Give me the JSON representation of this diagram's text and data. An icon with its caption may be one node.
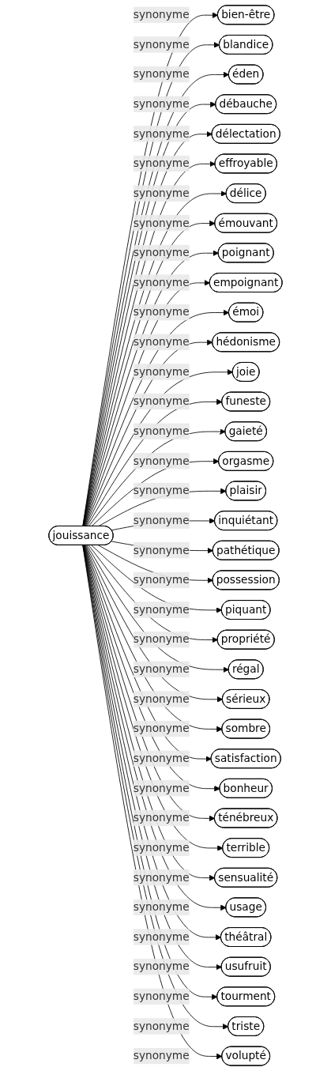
{
  "diagram": {
    "nodes": [
      {
        "text": [
          "jouissance"
        ]
      },
      {
        "text": [
          "bien-être"
        ]
      },
      {
        "text": [
          "blandice"
        ]
      },
      {
        "text": [
          "éden"
        ]
      },
      {
        "text": [
          "débauche"
        ]
      },
      {
        "text": [
          "délectation"
        ]
      },
      {
        "text": [
          "effroyable"
        ]
      },
      {
        "text": [
          "délice"
        ]
      },
      {
        "text": [
          "émouvant"
        ]
      },
      {
        "text": [
          "poignant"
        ]
      },
      {
        "text": [
          "empoignant"
        ]
      },
      {
        "text": [
          "émoi"
        ]
      },
      {
        "text": [
          "hédonisme"
        ]
      },
      {
        "text": [
          "joie"
        ]
      },
      {
        "text": [
          "funeste"
        ]
      },
      {
        "text": [
          "gaieté"
        ]
      },
      {
        "text": [
          "orgasme"
        ]
      },
      {
        "text": [
          "plaisir"
        ]
      },
      {
        "text": [
          "inquiétant"
        ]
      },
      {
        "text": [
          "pathétique"
        ]
      },
      {
        "text": [
          "possession"
        ]
      },
      {
        "text": [
          "piquant"
        ]
      },
      {
        "text": [
          "propriété"
        ]
      },
      {
        "text": [
          "régal"
        ]
      },
      {
        "text": [
          "sérieux"
        ]
      },
      {
        "text": [
          "sombre"
        ]
      },
      {
        "text": [
          "satisfaction"
        ]
      },
      {
        "text": [
          "bonheur"
        ]
      },
      {
        "text": [
          "ténébreux"
        ]
      },
      {
        "text": [
          "terrible"
        ]
      },
      {
        "text": [
          "sensualité"
        ]
      },
      {
        "text": [
          "usage"
        ]
      },
      {
        "text": [
          "théâtral"
        ]
      },
      {
        "text": [
          "usufruit"
        ]
      },
      {
        "text": [
          "tourment"
        ]
      },
      {
        "text": [
          "triste"
        ]
      },
      {
        "text": [
          "volupté"
        ]
      }
    ],
    "edges": [
      {
        "from": 0,
        "to": 1,
        "arrow": "to",
        "label": "synonyme"
      },
      {
        "from": 0,
        "to": 2,
        "arrow": "to",
        "label": "synonyme"
      },
      {
        "from": 0,
        "to": 3,
        "arrow": "to",
        "label": "synonyme"
      },
      {
        "from": 0,
        "to": 4,
        "arrow": "to",
        "label": "synonyme"
      },
      {
        "from": 0,
        "to": 5,
        "arrow": "to",
        "label": "synonyme"
      },
      {
        "from": 0,
        "to": 6,
        "arrow": "to",
        "label": "synonyme"
      },
      {
        "from": 0,
        "to": 7,
        "arrow": "to",
        "label": "synonyme"
      },
      {
        "from": 0,
        "to": 8,
        "arrow": "to",
        "label": "synonyme"
      },
      {
        "from": 0,
        "to": 9,
        "arrow": "to",
        "label": "synonyme"
      },
      {
        "from": 0,
        "to": 10,
        "arrow": "to",
        "label": "synonyme"
      },
      {
        "from": 0,
        "to": 11,
        "arrow": "to",
        "label": "synonyme"
      },
      {
        "from": 0,
        "to": 12,
        "arrow": "to",
        "label": "synonyme"
      },
      {
        "from": 0,
        "to": 13,
        "arrow": "to",
        "label": "synonyme"
      },
      {
        "from": 0,
        "to": 14,
        "arrow": "to",
        "label": "synonyme"
      },
      {
        "from": 0,
        "to": 15,
        "arrow": "to",
        "label": "synonyme"
      },
      {
        "from": 0,
        "to": 16,
        "arrow": "to",
        "label": "synonyme"
      },
      {
        "from": 0,
        "to": 17,
        "arrow": "to",
        "label": "synonyme"
      },
      {
        "from": 0,
        "to": 18,
        "arrow": "to",
        "label": "synonyme"
      },
      {
        "from": 0,
        "to": 19,
        "arrow": "to",
        "label": "synonyme"
      },
      {
        "from": 0,
        "to": 20,
        "arrow": "to",
        "label": "synonyme"
      },
      {
        "from": 0,
        "to": 21,
        "arrow": "to",
        "label": "synonyme"
      },
      {
        "from": 0,
        "to": 22,
        "arrow": "to",
        "label": "synonyme"
      },
      {
        "from": 0,
        "to": 23,
        "arrow": "to",
        "label": "synonyme"
      },
      {
        "from": 0,
        "to": 24,
        "arrow": "to",
        "label": "synonyme"
      },
      {
        "from": 0,
        "to": 25,
        "arrow": "to",
        "label": "synonyme"
      },
      {
        "from": 0,
        "to": 26,
        "arrow": "to",
        "label": "synonyme"
      },
      {
        "from": 0,
        "to": 27,
        "arrow": "to",
        "label": "synonyme"
      },
      {
        "from": 0,
        "to": 28,
        "arrow": "to",
        "label": "synonyme"
      },
      {
        "from": 0,
        "to": 29,
        "arrow": "to",
        "label": "synonyme"
      },
      {
        "from": 0,
        "to": 30,
        "arrow": "to",
        "label": "synonyme"
      },
      {
        "from": 0,
        "to": 31,
        "arrow": "to",
        "label": "synonyme"
      },
      {
        "from": 0,
        "to": 32,
        "arrow": "to",
        "label": "synonyme"
      },
      {
        "from": 0,
        "to": 33,
        "arrow": "to",
        "label": "synonyme"
      },
      {
        "from": 0,
        "to": 34,
        "arrow": "to",
        "label": "synonyme"
      },
      {
        "from": 0,
        "to": 35,
        "arrow": "to",
        "label": "synonyme"
      },
      {
        "from": 0,
        "to": 36,
        "arrow": "to",
        "label": "synonyme"
      }
    ]
  }
}
